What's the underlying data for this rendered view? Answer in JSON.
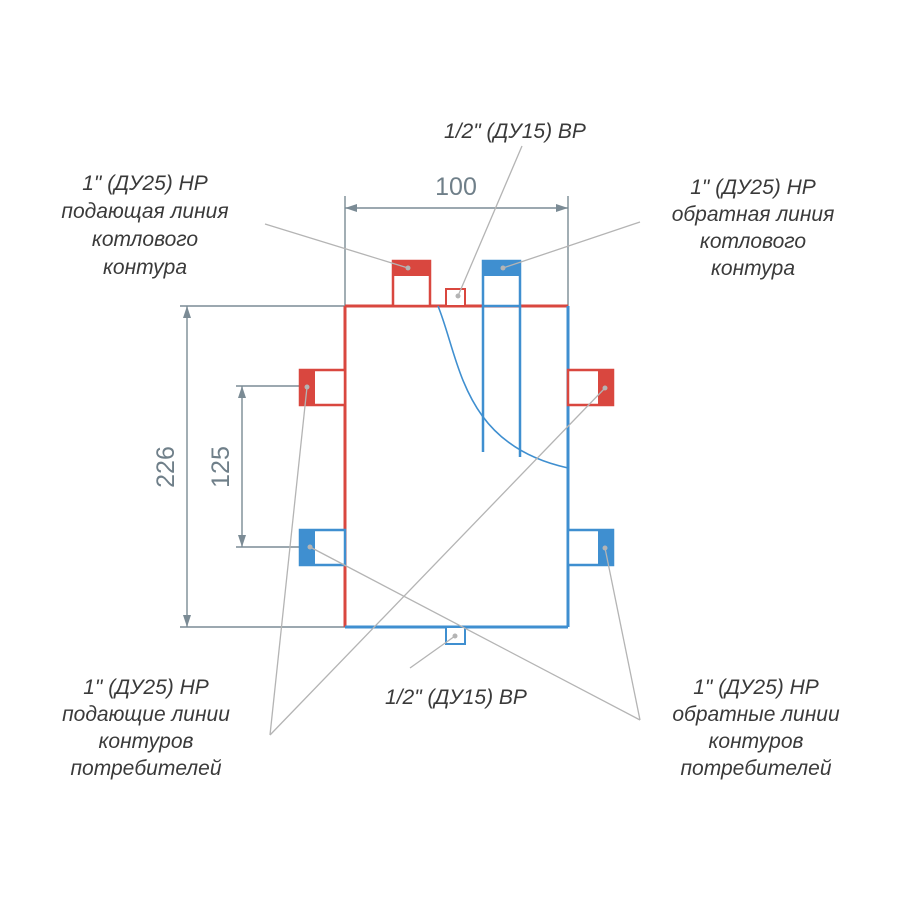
{
  "colors": {
    "supply": "#d9473f",
    "return": "#3f8fd0",
    "dimension": "#7b8b95",
    "leader": "#b4b4b4",
    "text": "#3a3a3a"
  },
  "dimensions": {
    "width": "100",
    "height": "226",
    "spacing": "125"
  },
  "labels": {
    "top_port": "1/2\" (ДУ15) ВР",
    "bottom_port": "1/2\" (ДУ15) ВР",
    "boiler_supply": [
      "1\" (ДУ25) НР",
      "подающая линия",
      "котлового",
      "контура"
    ],
    "boiler_return": [
      "1\" (ДУ25) НР",
      "обратная линия",
      "котлового",
      "контура"
    ],
    "consumer_supply": [
      "1\" (ДУ25) НР",
      "подающие линии",
      "контуров",
      "потребителей"
    ],
    "consumer_return": [
      "1\" (ДУ25) НР",
      "обратные линии",
      "контуров",
      "потребителей"
    ]
  }
}
